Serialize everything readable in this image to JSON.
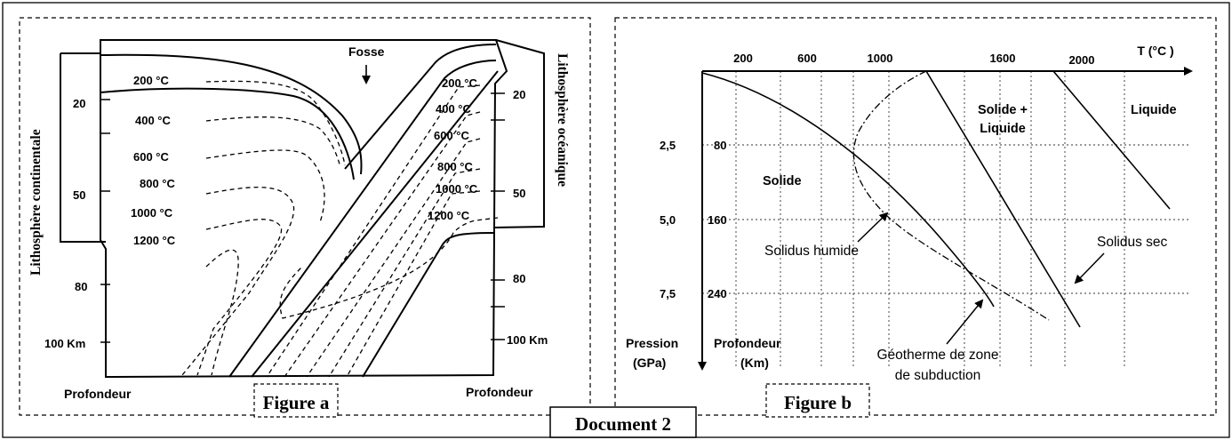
{
  "document": {
    "title": "Document 2"
  },
  "figure_a": {
    "caption": "Figure a",
    "left_label": "Lithosphère continentale",
    "right_label": "Lithosphère océanique",
    "trench_label": "Fosse",
    "left_depth_ticks": [
      "20",
      "50",
      "80",
      "100 Km"
    ],
    "right_depth_ticks": [
      "20",
      "50",
      "80",
      "100 Km"
    ],
    "left_depth_title": "Profondeur",
    "right_depth_title": "Profondeur",
    "isotherms_left": [
      "200 °C",
      "400 °C",
      "600 °C",
      "800 °C",
      "1000 °C",
      "1200 °C"
    ],
    "isotherms_right": [
      "200 °C",
      "400 °C",
      "600 °C",
      "800 °C",
      "1000 °C",
      "1200 °C"
    ]
  },
  "figure_b": {
    "caption": "Figure b",
    "x_title": "T (°C )",
    "x_ticks": [
      "200",
      "600",
      "1000",
      "1600",
      "2000"
    ],
    "pressure_ticks": [
      "2,5",
      "5,0",
      "7,5"
    ],
    "depth_ticks": [
      "80",
      "160",
      "240"
    ],
    "y_title_line1": "Pression",
    "y_title_line2": "(GPa)",
    "depth_title_line1": "Profondeur",
    "depth_title_line2": "(Km)",
    "zone_solide": "Solide",
    "zone_mix_line1": "Solide +",
    "zone_mix_line2": "Liquide",
    "zone_liquide": "Liquide",
    "solidus_humide": "Solidus humide",
    "solidus_sec": "Solidus sec",
    "geotherme_line1": "Géotherme de zone",
    "geotherme_line2": "de subduction"
  }
}
